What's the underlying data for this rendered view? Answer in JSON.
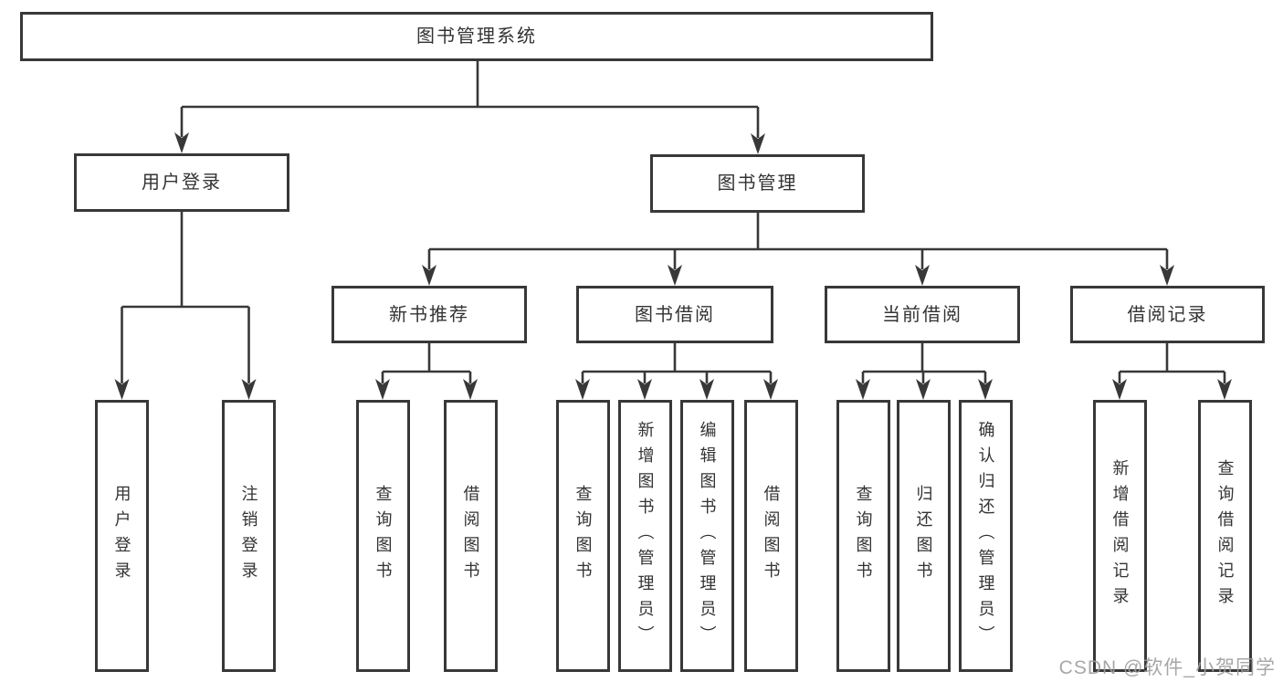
{
  "nodes": {
    "root": "图书管理系统",
    "l2_user_login": "用户登录",
    "l2_book_mgmt": "图书管理",
    "l3_new_books": "新书推荐",
    "l3_book_borrow": "图书借阅",
    "l3_current_borrow": "当前借阅",
    "l3_borrow_records": "借阅记录",
    "leaf_user_login": "用户登录",
    "leaf_logout": "注销登录",
    "leaf_nb_query": "查询图书",
    "leaf_nb_borrow": "借阅图书",
    "leaf_bb_query": "查询图书",
    "leaf_bb_add": "新增图书（管理员）",
    "leaf_bb_edit": "编辑图书（管理员）",
    "leaf_bb_borrow": "借阅图书",
    "leaf_cb_query": "查询图书",
    "leaf_cb_return": "归还图书",
    "leaf_cb_confirm": "确认归还（管理员）",
    "leaf_br_add": "新增借阅记录",
    "leaf_br_query": "查询借阅记录"
  },
  "watermark": "CSDN @软件_小贺同学",
  "colors": {
    "line": "#383838",
    "box_border": "#383838",
    "text": "#333333",
    "watermark": "#9e9e9e",
    "background": "#ffffff"
  }
}
